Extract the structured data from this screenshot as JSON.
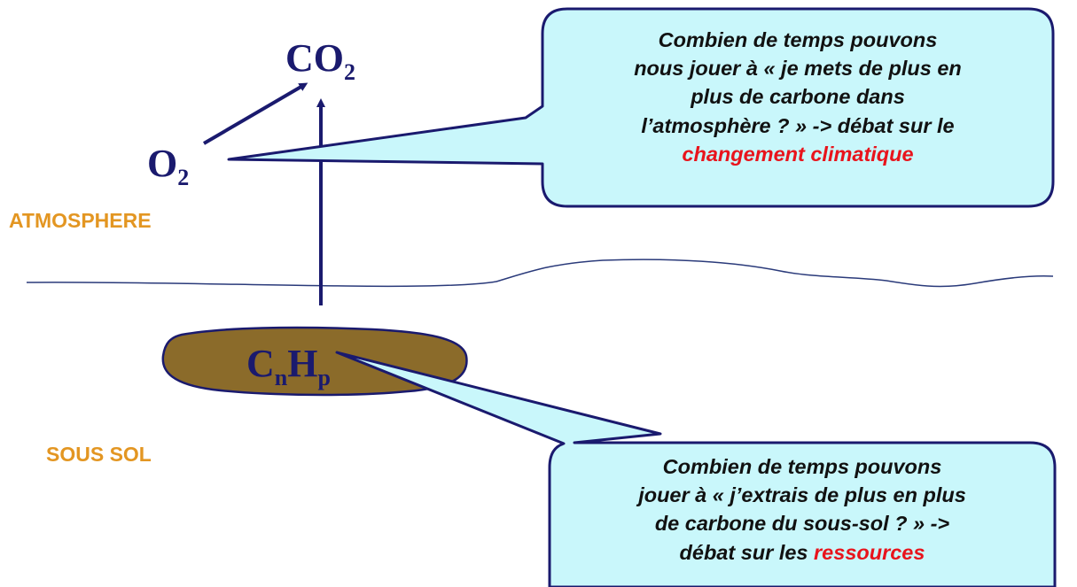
{
  "formulas": {
    "co2": {
      "base": "CO",
      "sub": "2"
    },
    "o2": {
      "base": "O",
      "sub": "2"
    },
    "cnhp": {
      "c": "C",
      "c_sub": "n",
      "h": "H",
      "h_sub": "p"
    }
  },
  "zones": {
    "atmosphere": "ATMOSPHERE",
    "sous_sol": "SOUS SOL"
  },
  "callout_top": {
    "line1": "Combien de temps pouvons",
    "line2": "nous jouer à « je mets de plus en",
    "line3": "plus de carbone dans",
    "line4": "l’atmosphère ? » -> débat sur le",
    "highlight": "changement climatique"
  },
  "callout_bottom": {
    "line1": "Combien de temps pouvons",
    "line2": "jouer à « j’extrais de plus en plus",
    "line3": "de carbone du sous-sol ? » ->",
    "line4_prefix": "débat sur les ",
    "highlight": "ressources"
  },
  "colors": {
    "navy": "#1a1a6e",
    "orange": "#e39622",
    "bubble_fill": "#c9f7fb",
    "deposit_brown": "#8b6b2a",
    "highlight_red": "#e8141c"
  }
}
